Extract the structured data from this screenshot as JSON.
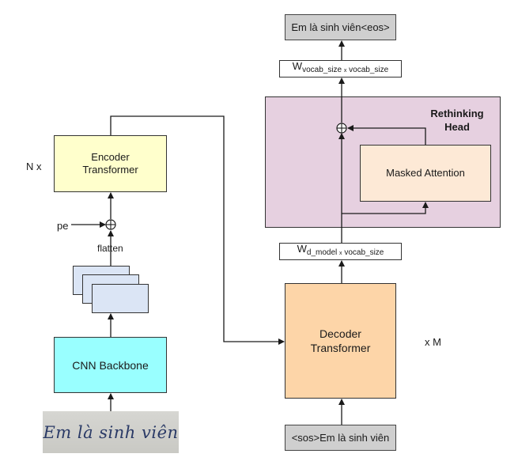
{
  "encoder": {
    "input_handwriting": "Em là sinh viên",
    "cnn_backbone": "CNN Backbone",
    "flatten": "flatten",
    "pe": "pe",
    "encoder_line1": "Encoder",
    "encoder_line2": "Transformer",
    "repeat": "N x"
  },
  "decoder": {
    "input_tokens": "<sos>Em là sinh viên",
    "decoder_line1": "Decoder",
    "decoder_line2": "Transformer",
    "repeat": "x M",
    "proj1_w": "W",
    "proj1_sub1": "d_model",
    "proj1_x": "x",
    "proj1_sub2": "vocab_size"
  },
  "rethinking_head": {
    "title_line1": "Rethinking",
    "title_line2": "Head",
    "masked_attention": "Masked Attention",
    "proj2_w": "W",
    "proj2_sub1": "vocab_size",
    "proj2_x": "x",
    "proj2_sub2": "vocab_size",
    "output_tokens": "Em là sinh viên<eos>"
  },
  "colors": {
    "encoder_fill": "#ffffcc",
    "cnn_fill": "#99ffff",
    "feature_maps_fill": "#dbe5f5",
    "decoder_fill": "#fdd5a8",
    "rethinking_fill": "#e6d0e0",
    "masked_attention_fill": "#fde9d6",
    "token_box_fill": "#cfcfcf",
    "line": "#1a1a1a"
  }
}
